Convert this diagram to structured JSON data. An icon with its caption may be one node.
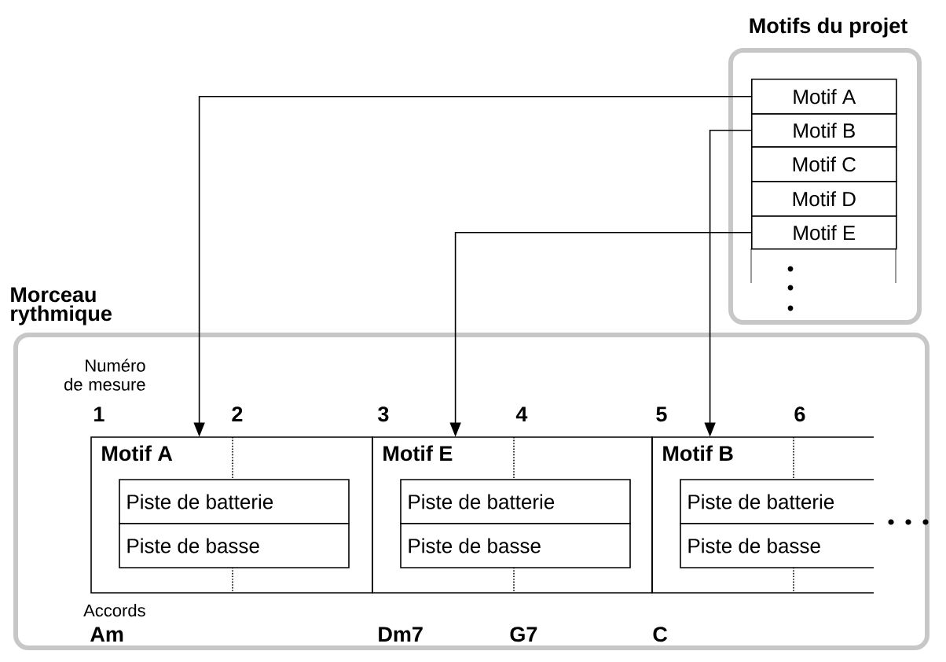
{
  "diagram": {
    "nodes": [
      {
        "text": [
          "Motifs du projet"
        ]
      },
      {
        "text": [
          "Motif A"
        ],
        "in": 0
      },
      {
        "text": [
          "Motif B"
        ],
        "in": 0
      },
      {
        "text": [
          "Motif C"
        ],
        "in": 0
      },
      {
        "text": [
          "Motif D"
        ],
        "in": 0
      },
      {
        "text": [
          "Motif E"
        ],
        "in": 0
      },
      {
        "text": [
          "Morceau rythmique"
        ]
      },
      {
        "text": [
          "Motif A"
        ],
        "in": 6
      },
      {
        "text": [
          "Piste de batterie"
        ],
        "in": 7
      },
      {
        "text": [
          "Piste de basse"
        ],
        "in": 7
      },
      {
        "text": [
          "Motif E"
        ],
        "in": 6
      },
      {
        "text": [
          "Piste de batterie"
        ],
        "in": 10
      },
      {
        "text": [
          "Piste de basse"
        ],
        "in": 10
      },
      {
        "text": [
          "Motif B"
        ],
        "in": 6
      },
      {
        "text": [
          "Piste de batterie"
        ],
        "in": 13
      },
      {
        "text": [
          "Piste de basse"
        ],
        "in": 13
      }
    ],
    "edges": [
      {
        "from": 1,
        "to": 7,
        "arrow": "to"
      },
      {
        "from": 5,
        "to": 10,
        "arrow": "to"
      },
      {
        "from": 2,
        "to": 13,
        "arrow": "to"
      }
    ],
    "labels": [
      "Numéro de mesure",
      "1",
      "2",
      "3",
      "4",
      "5",
      "6",
      "Accords",
      "Am",
      "Dm7",
      "G7",
      "C"
    ]
  }
}
